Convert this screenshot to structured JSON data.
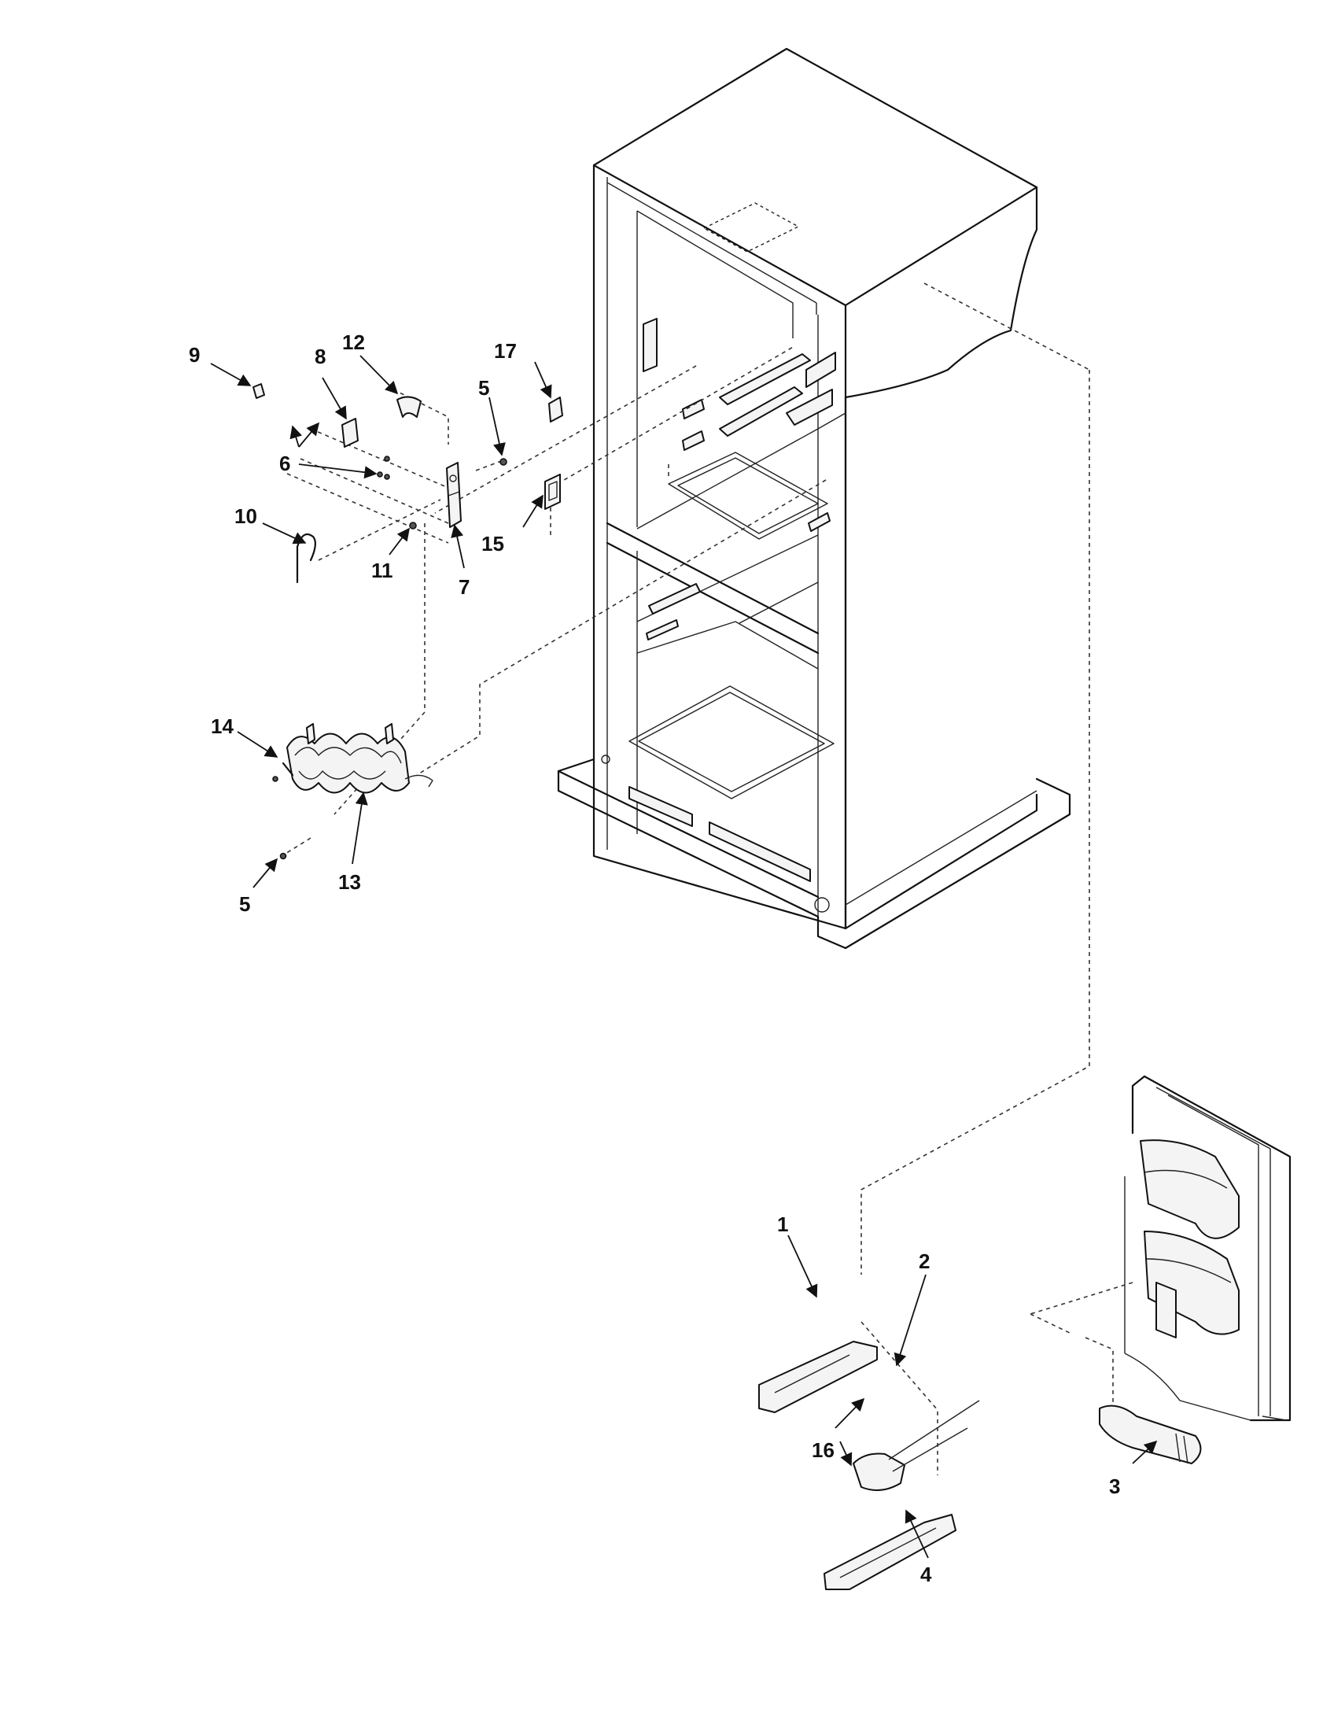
{
  "callouts": {
    "c1": "1",
    "c2": "2",
    "c3": "3",
    "c4": "4",
    "c5a": "5",
    "c5b": "5",
    "c6": "6",
    "c7": "7",
    "c8": "8",
    "c9": "9",
    "c10": "10",
    "c11": "11",
    "c12": "12",
    "c13": "13",
    "c14": "14",
    "c15": "15",
    "c16": "16",
    "c17": "17"
  },
  "colors": {
    "line": "#111111",
    "background": "#ffffff"
  }
}
